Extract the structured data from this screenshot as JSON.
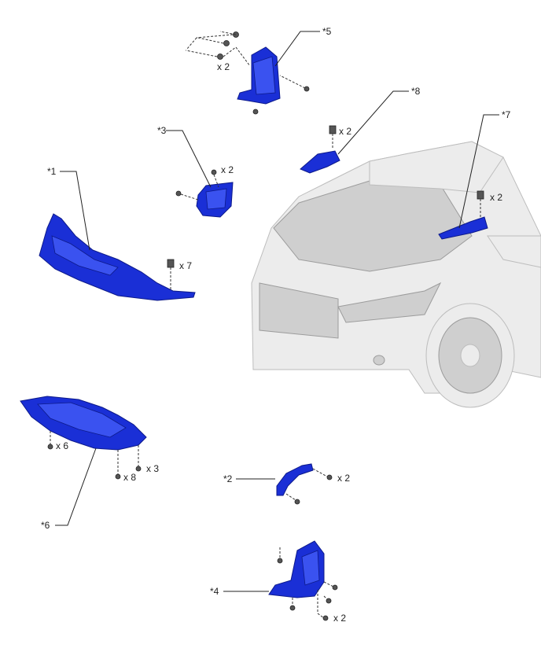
{
  "callouts": {
    "c1": "*1",
    "c2": "*2",
    "c3": "*3",
    "c4": "*4",
    "c5": "*5",
    "c6": "*6",
    "c7": "*7",
    "c8": "*8"
  },
  "quantities": {
    "q5": "x 2",
    "q8": "x 2",
    "q3": "x 2",
    "q7": "x 2",
    "q1": "x 7",
    "q6a": "x 6",
    "q6b": "x 8",
    "q6c": "x 3",
    "q2": "x 2",
    "q4": "x 2"
  },
  "colors": {
    "part": "#1a2fd6",
    "vehicle": "#ececec"
  }
}
